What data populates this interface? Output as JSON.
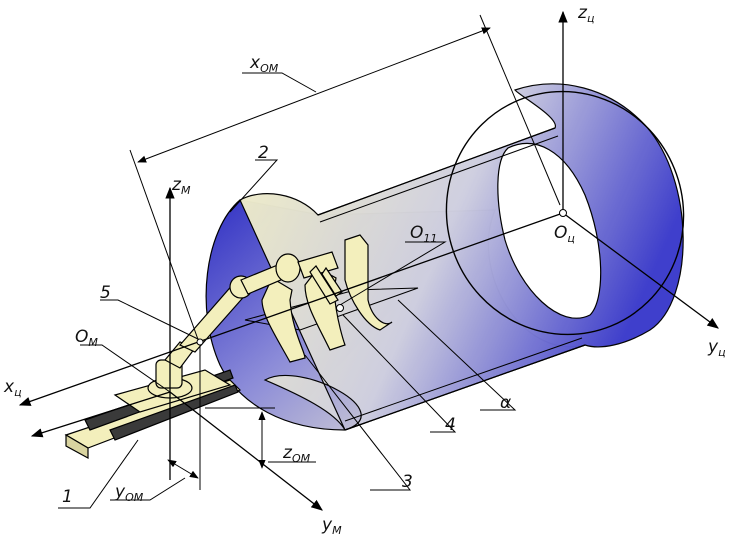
{
  "colors": {
    "shell_light": "#f4f1c4",
    "shell_dark": "#3c3ccb",
    "robot_fill": "#f3efbc",
    "rail_dark": "#3a3a3a",
    "line": "#000000"
  },
  "labels": {
    "callout_1": "1",
    "callout_2": "2",
    "callout_3": "3",
    "callout_4": "4",
    "callout_5": "5",
    "alpha": "α",
    "o_m": "O",
    "o_m_sub": "М",
    "o_11": "O",
    "o_11_sub": "11",
    "o_c": "O",
    "o_c_sub": "ц",
    "z_c": "z",
    "z_c_sub": "ц",
    "y_c": "y",
    "y_c_sub": "ц",
    "x_c": "x",
    "x_c_sub": "ц",
    "z_m": "z",
    "z_m_sub": "М",
    "y_m": "y",
    "y_m_sub": "М",
    "x_om": "x",
    "x_om_sub": "ОМ",
    "y_om": "y",
    "y_om_sub": "ОМ",
    "z_om": "z",
    "z_om_sub": "ОМ"
  }
}
